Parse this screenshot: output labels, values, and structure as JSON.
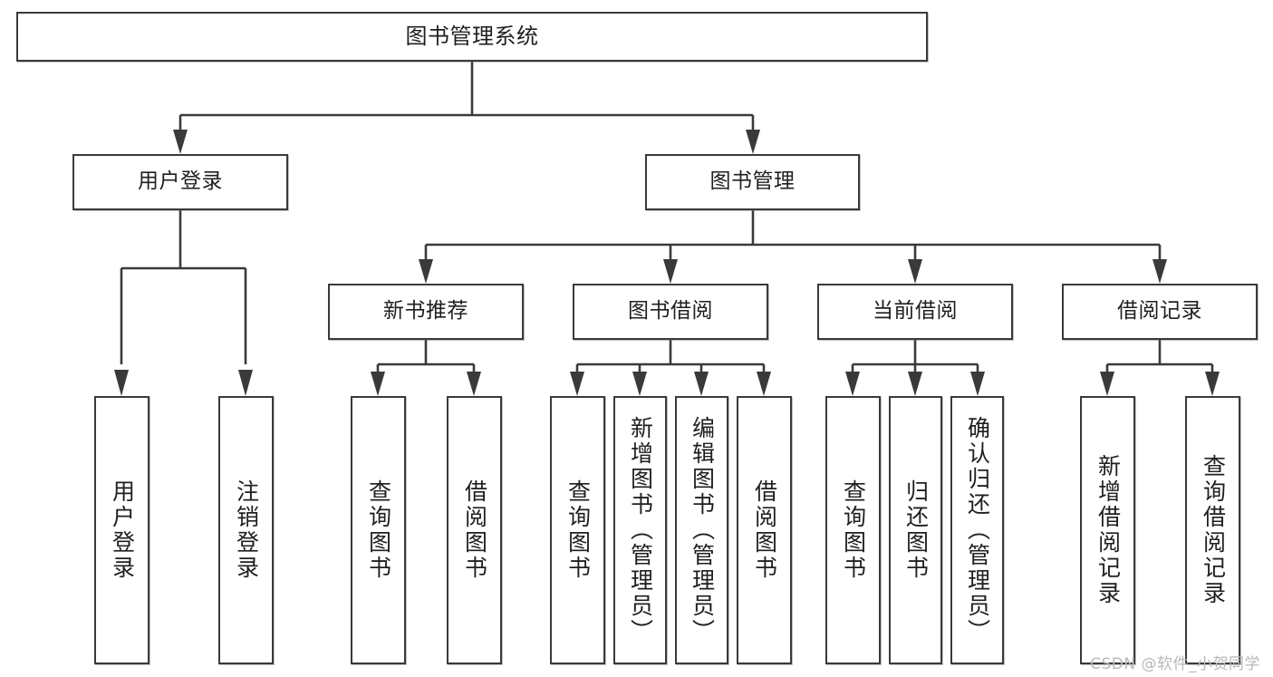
{
  "diagram": {
    "type": "tree",
    "title": "图书管理系统",
    "root": {
      "label": "图书管理系统"
    },
    "level2": [
      {
        "label": "用户登录"
      },
      {
        "label": "图书管理"
      }
    ],
    "level3": [
      {
        "label": "新书推荐"
      },
      {
        "label": "图书借阅"
      },
      {
        "label": "当前借阅"
      },
      {
        "label": "借阅记录"
      }
    ],
    "leaves": {
      "user_login": [
        {
          "label": "用户登录"
        },
        {
          "label": "注销登录"
        }
      ],
      "new_book_recommend": [
        {
          "label": "查询图书"
        },
        {
          "label": "借阅图书"
        }
      ],
      "book_borrow": [
        {
          "label": "查询图书"
        },
        {
          "label": "新增图书（管理员）"
        },
        {
          "label": "编辑图书（管理员）"
        },
        {
          "label": "借阅图书"
        }
      ],
      "current_borrow": [
        {
          "label": "查询图书"
        },
        {
          "label": "归还图书"
        },
        {
          "label": "确认归还（管理员）"
        }
      ],
      "borrow_record": [
        {
          "label": "新增借阅记录"
        },
        {
          "label": "查询借阅记录"
        }
      ]
    }
  },
  "watermark": {
    "text": "CSDN @软件_小贺同学"
  },
  "colors": {
    "stroke": "#3a3a3a",
    "box_fill": "#ffffff",
    "text": "#1f1f1f",
    "watermark": "#b9b9b9",
    "background": "#ffffff"
  }
}
